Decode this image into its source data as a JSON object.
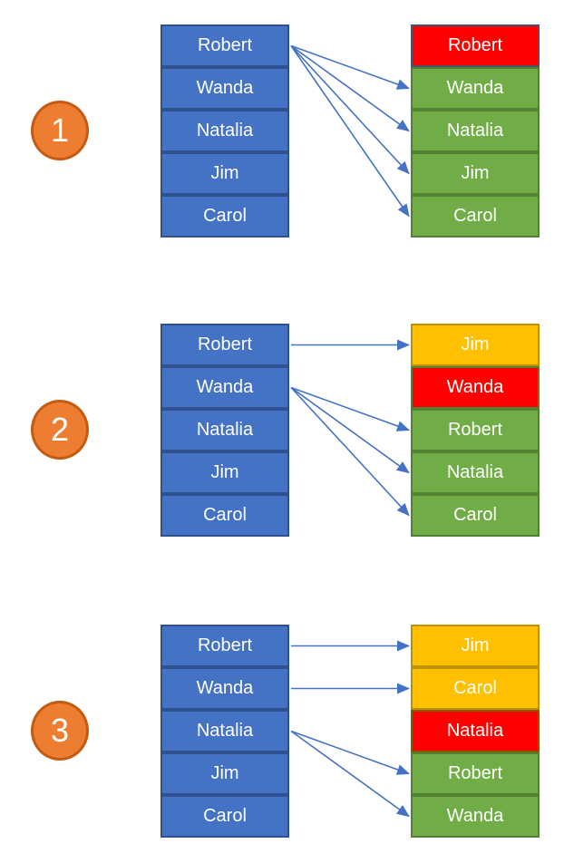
{
  "page": {
    "background": "#FFFFFF"
  },
  "colors": {
    "blue_fill": "#4472C4",
    "blue_border": "#2F528F",
    "green_fill": "#70AD47",
    "green_border": "#548235",
    "orange_fill": "#FFC000",
    "orange_border": "#BF9000",
    "red_fill": "#FF0000",
    "arrow": "#4472C4",
    "badge_fill": "#ED7D31",
    "badge_border": "#C55A11",
    "cell_text": "#FFFFFF"
  },
  "sections": [
    {
      "number": "1",
      "left": [
        "Robert",
        "Wanda",
        "Natalia",
        "Jim",
        "Carol"
      ],
      "right": [
        {
          "label": "Robert",
          "color": "red",
          "border": "#44546A"
        },
        {
          "label": "Wanda",
          "color": "green"
        },
        {
          "label": "Natalia",
          "color": "green"
        },
        {
          "label": "Jim",
          "color": "green"
        },
        {
          "label": "Carol",
          "color": "green"
        }
      ],
      "arrows": [
        {
          "from": 0,
          "to": 1
        },
        {
          "from": 0,
          "to": 2
        },
        {
          "from": 0,
          "to": 3
        },
        {
          "from": 0,
          "to": 4
        }
      ]
    },
    {
      "number": "2",
      "left": [
        "Robert",
        "Wanda",
        "Natalia",
        "Jim",
        "Carol"
      ],
      "right": [
        {
          "label": "Jim",
          "color": "orange"
        },
        {
          "label": "Wanda",
          "color": "red",
          "border": "#548235"
        },
        {
          "label": "Robert",
          "color": "green"
        },
        {
          "label": "Natalia",
          "color": "green"
        },
        {
          "label": "Carol",
          "color": "green"
        }
      ],
      "arrows": [
        {
          "from": 0,
          "to": 0
        },
        {
          "from": 1,
          "to": 2
        },
        {
          "from": 1,
          "to": 3
        },
        {
          "from": 1,
          "to": 4
        }
      ]
    },
    {
      "number": "3",
      "left": [
        "Robert",
        "Wanda",
        "Natalia",
        "Jim",
        "Carol"
      ],
      "right": [
        {
          "label": "Jim",
          "color": "orange"
        },
        {
          "label": "Carol",
          "color": "orange"
        },
        {
          "label": "Natalia",
          "color": "red",
          "border": "#7F6000"
        },
        {
          "label": "Robert",
          "color": "green"
        },
        {
          "label": "Wanda",
          "color": "green"
        }
      ],
      "arrows": [
        {
          "from": 0,
          "to": 0
        },
        {
          "from": 1,
          "to": 1
        },
        {
          "from": 2,
          "to": 3
        },
        {
          "from": 2,
          "to": 4
        }
      ]
    }
  ]
}
